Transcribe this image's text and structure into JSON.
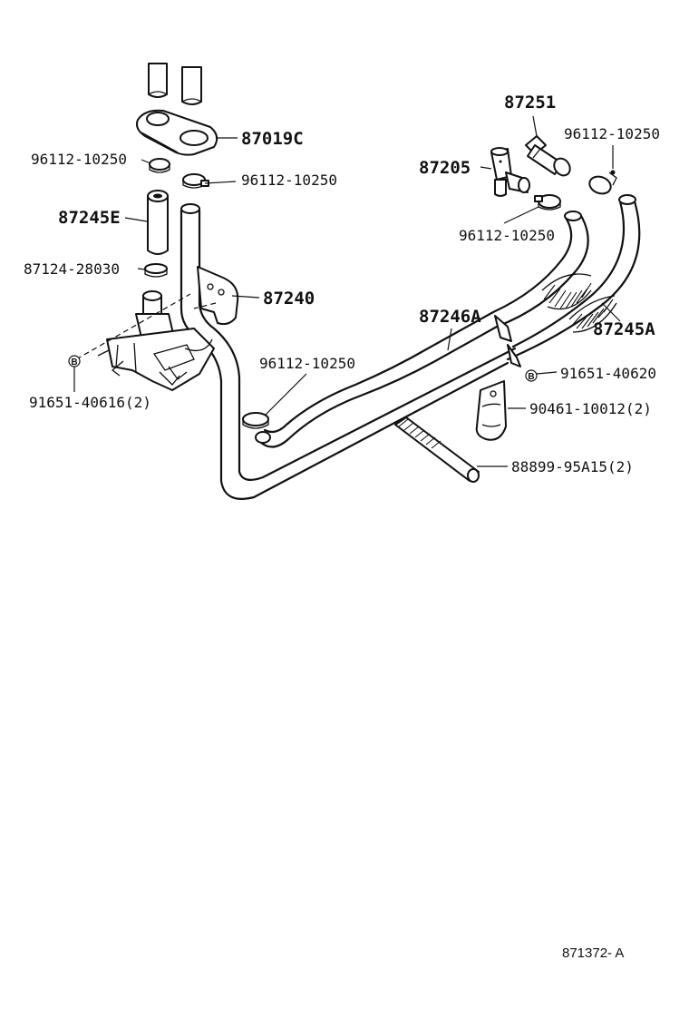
{
  "labels": {
    "p87019C": "87019C",
    "p96112_a": "96112-10250",
    "p96112_b": "96112-10250",
    "p87245E": "87245E",
    "p87124": "87124-28030",
    "p87240": "87240",
    "p91651_40616": "91651-40616(2)",
    "p96112_c": "96112-10250",
    "p87251": "87251",
    "p96112_d": "96112-10250",
    "p87205": "87205",
    "p96112_e": "96112-10250",
    "p87246A": "87246A",
    "p87245A": "87245A",
    "p91651_40620": "91651-40620",
    "p90461": "90461-10012(2)",
    "p88899": "88899-95A15(2)"
  },
  "bolt_marker": "B",
  "diagram_ref": "871372- A"
}
